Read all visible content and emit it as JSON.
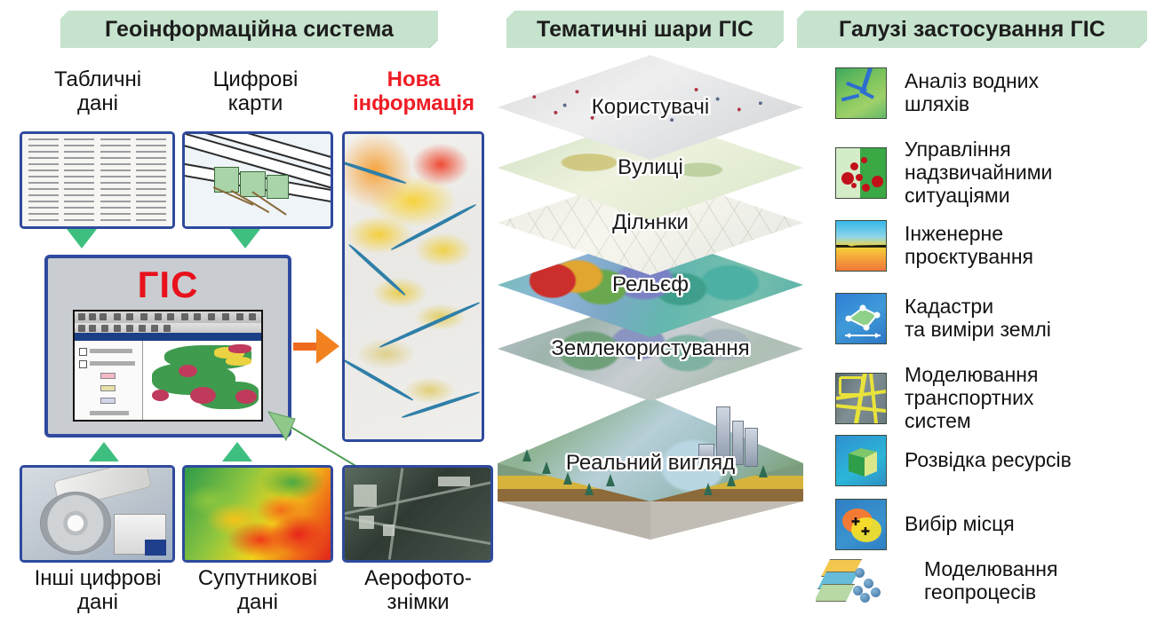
{
  "banners": {
    "gis_system": "Геоінформаційна система",
    "thematic_layers": "Тематичні шари ГІС",
    "application_areas": "Галузі застосування ГІС"
  },
  "left_column": {
    "inputs_top": [
      {
        "label": "Табличні\nдані",
        "icon": "tabular-data-thumbnail"
      },
      {
        "label": "Цифрові\nкарти",
        "icon": "digital-maps-thumbnail"
      }
    ],
    "output": {
      "label": "Нова\nінформація",
      "color": "#ee1c25",
      "icon": "new-information-map"
    },
    "gis_core": {
      "title": "ГІС",
      "title_color": "#e8111c",
      "icon": "gis-application-screenshot"
    },
    "inputs_bottom": [
      {
        "label": "Інші цифрові\nдані",
        "icon": "other-digital-data-thumbnail"
      },
      {
        "label": "Супутникові\nдані",
        "icon": "satellite-data-thumbnail"
      },
      {
        "label": "Аерофото-\nзнімки",
        "icon": "aerial-photo-thumbnail"
      }
    ],
    "arrow_colors": {
      "feed": "#3fbf7f",
      "output": "#f2821f",
      "thin_link": "#4f9e55"
    }
  },
  "layer_stack": {
    "layers": [
      {
        "label": "Користувачі",
        "name": "users"
      },
      {
        "label": "Вулиці",
        "name": "streets"
      },
      {
        "label": "Ділянки",
        "name": "parcels"
      },
      {
        "label": "Рельєф",
        "name": "relief"
      },
      {
        "label": "Землекористування",
        "name": "landuse"
      }
    ],
    "base": {
      "label": "Реальний вигляд",
      "name": "real-world-block"
    }
  },
  "application_areas": {
    "items": [
      {
        "label": "Аналіз водних\nшляхів",
        "icon": "water-analysis-icon"
      },
      {
        "label": "Управління\nнадзвичайними\nситуаціями",
        "icon": "emergency-management-icon"
      },
      {
        "label": "Інженерне\nпроєктування",
        "icon": "engineering-design-icon"
      },
      {
        "label": "Кадастри\nта виміри землі",
        "icon": "cadastre-survey-icon"
      },
      {
        "label": "Моделювання\nтранспортних\n систем",
        "icon": "transport-modeling-icon"
      },
      {
        "label": "Розвідка ресурсів",
        "icon": "resource-exploration-icon"
      },
      {
        "label": "Вибір місця",
        "icon": "site-selection-icon"
      },
      {
        "label": "Моделювання\nгеопроцесів",
        "icon": "geoprocess-modeling-icon"
      }
    ]
  },
  "colors": {
    "banner_bg": "#c6e3cd",
    "frame_blue": "#2e4a9e",
    "accent_red": "#ee1c25",
    "accent_orange": "#f2821f",
    "accent_green": "#3fbf7f"
  }
}
